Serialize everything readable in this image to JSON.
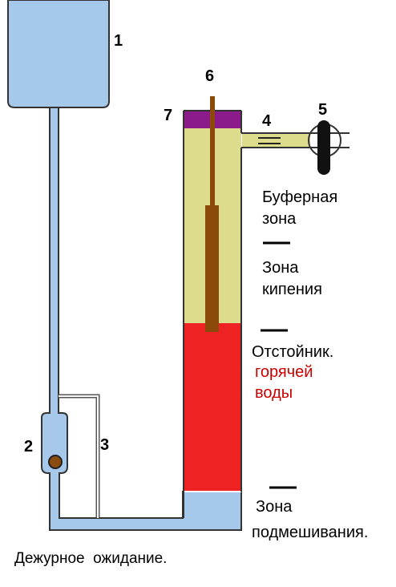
{
  "labels": {
    "n1": "1",
    "n2": "2",
    "n3": "3",
    "n4": "4",
    "n5": "5",
    "n6": "6",
    "n7": "7"
  },
  "zones": {
    "buffer": {
      "line1": "Буферная",
      "line2": "зона"
    },
    "boiling": {
      "line1": "Зона",
      "line2": "кипения"
    },
    "settler": {
      "line1": "Отстойник.",
      "line2": "горячей",
      "line3": "воды"
    },
    "mixing": {
      "line1": "Зона",
      "line2": "подмешивания."
    }
  },
  "caption": "Дежурное  ожидание.",
  "colors": {
    "pipe_blue": "#a6c8ea",
    "yellow_fill": "#dcdc8c",
    "red_fill": "#ee2222",
    "purple_cap": "#8b1a8b",
    "rod_brown": "#8b4a0a",
    "ball_brown": "#8b4a10",
    "dark": "#222222",
    "settler_text": "#cc0000"
  },
  "icons": [
    "thermometer-icon",
    "check-valve-ball-icon"
  ]
}
